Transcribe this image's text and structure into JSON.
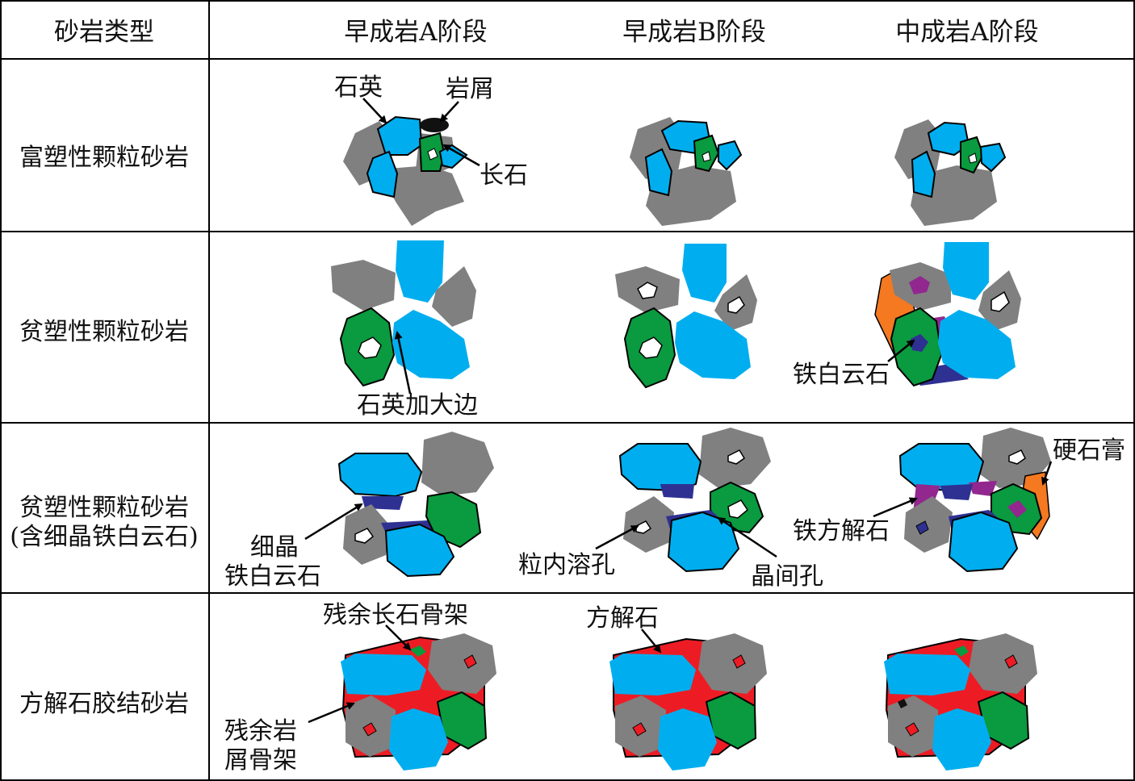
{
  "header": {
    "type_col": "砂岩类型",
    "stage_a_early": "早成岩A阶段",
    "stage_b_early": "早成岩B阶段",
    "stage_a_middle": "中成岩A阶段"
  },
  "rows": [
    {
      "label": "富塑性颗粒砂岩"
    },
    {
      "label": "贫塑性颗粒砂岩"
    },
    {
      "label_line1": "贫塑性颗粒砂岩",
      "label_line2": "(含细晶铁白云石)"
    },
    {
      "label": "方解石胶结砂岩"
    }
  ],
  "annotations": {
    "quartz": "石英",
    "lithic": "岩屑",
    "feldspar": "长石",
    "quartz_overgrowth": "石英加大边",
    "ankerite": "铁白云石",
    "fine_ankerite_1": "细晶",
    "fine_ankerite_2": "铁白云石",
    "intragranular_pore": "粒内溶孔",
    "intergranular_pore": "晶间孔",
    "anhydrite": "硬石膏",
    "ferrocalcite": "铁方解石",
    "residual_feldspar": "残余长石骨架",
    "calcite": "方解石",
    "residual_lithic_1": "残余岩",
    "residual_lithic_2": "屑骨架"
  },
  "colors": {
    "quartz": "#00aeef",
    "lithic": "#808080",
    "feldspar": "#0a9a3f",
    "ankerite": "#2e3192",
    "calcite": "#ed1c24",
    "anhydrite": "#f47920",
    "ferrocalcite": "#92278f",
    "pore": "#ffffff",
    "line": "#000000"
  }
}
